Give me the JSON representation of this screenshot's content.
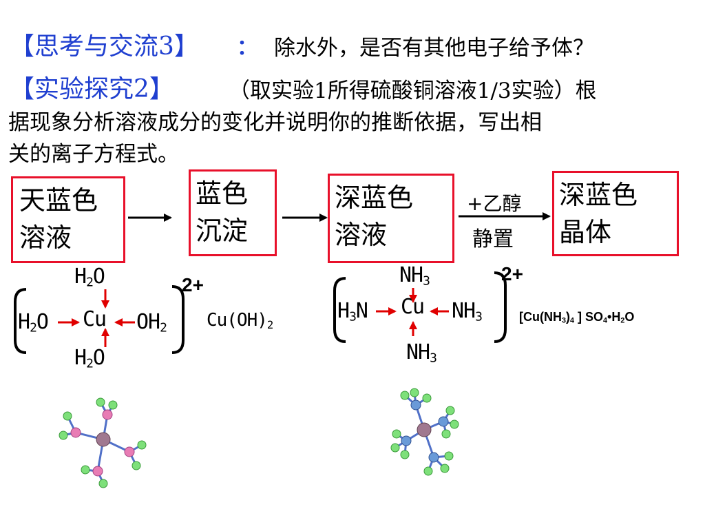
{
  "header": {
    "q1_label": "【思考与交流3】",
    "q1_colon": "：",
    "q1_text": "除水外，是否有其他电子给予体？",
    "q2_label": "【实验探究2】",
    "q2_text_line1": "（取实验1所得硫酸铜溶液1/3实验）根",
    "q2_text_line2": "据现象分析溶液成分的变化并说明你的推断依据，写出相",
    "q2_text_line3": "关的离子方程式。"
  },
  "flow": {
    "box1_line1": "天蓝色",
    "box1_line2": "溶液",
    "box2_line1": "蓝色",
    "box2_line2": "沉淀",
    "box3_line1": "深蓝色",
    "box3_line2": "溶液",
    "arrow_label_top": "+乙醇",
    "arrow_label_bottom": "静置",
    "box4_line1": "深蓝色",
    "box4_line2": "晶体"
  },
  "complex1": {
    "center": "Cu",
    "top": "H",
    "top_sub": "2",
    "top_tail": "O",
    "left": "H",
    "left_sub": "2",
    "left_tail": "O",
    "right": "OH",
    "right_sub": "2",
    "bottom": "H",
    "bottom_sub": "2",
    "bottom_tail": "O",
    "charge": "2+",
    "precipitate": "Cu(OH)",
    "precipitate_sub": "2"
  },
  "complex2": {
    "center": "Cu",
    "top": "NH",
    "top_sub": "3",
    "left": "H",
    "left_sub": "3",
    "left_tail": "N",
    "right": "NH",
    "right_sub": "3",
    "bottom": "NH",
    "bottom_sub": "3",
    "charge": "2+",
    "formula_a": "[Cu(NH",
    "formula_a_sub": "3",
    "formula_b": ")",
    "formula_b_sub": "4",
    "formula_c": " ] SO",
    "formula_c_sub": "4",
    "formula_d": "•H",
    "formula_d_sub": "2",
    "formula_e": "O"
  },
  "colors": {
    "title_blue": "#1f3fd0",
    "box_red": "#e8102a",
    "arrow_red": "#e00000",
    "atom_green": "#7ee07a",
    "atom_pink": "#e87cb4",
    "atom_blue": "#6a9ad8",
    "atom_center": "#a07890",
    "bond_blue": "#5070c8"
  }
}
